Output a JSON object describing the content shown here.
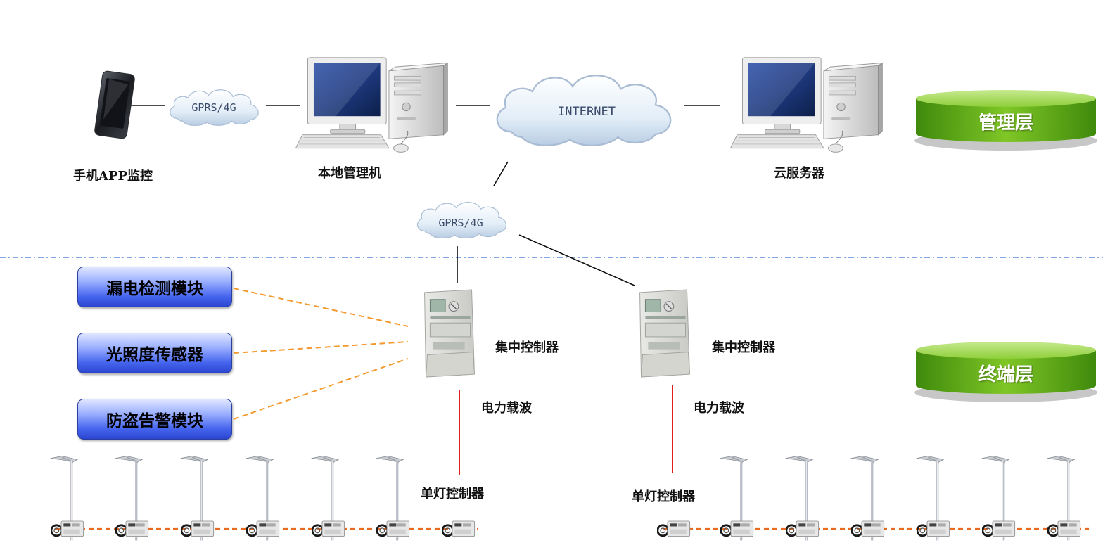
{
  "nodes": {
    "phone": "手机APP监控",
    "local_pc": "本地管理机",
    "cloud_server": "云服务器",
    "gprs_top": "GPRS/4G",
    "internet": "INTERNET",
    "gprs_mid": "GPRS/4G",
    "concentrator_1": "集中控制器",
    "concentrator_2": "集中控制器",
    "plc_1": "电力载波",
    "plc_2": "电力载波",
    "single_lamp_1": "单灯控制器",
    "single_lamp_2": "单灯控制器"
  },
  "modules": {
    "leakage": "漏电检测模块",
    "light_sensor": "光照度传感器",
    "anti_theft": "防盗告警模块"
  },
  "layers": {
    "management": "管理层",
    "terminal": "终端层"
  },
  "colors": {
    "layer_green": "#6fbf1f",
    "module_blue": "#3f5fe8",
    "dash_orange": "#f39a2e",
    "divider_blue": "#3a6fd8",
    "plc_red": "#e0201a"
  }
}
